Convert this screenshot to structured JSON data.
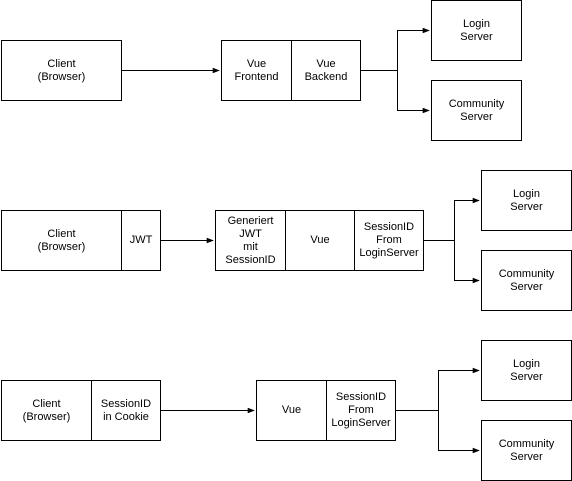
{
  "colors": {
    "stroke": "#000000",
    "fill": "#ffffff"
  },
  "diagram_1": {
    "client": "Client\n(Browser)",
    "vue_frontend": "Vue\nFrontend",
    "vue_backend": "Vue\nBackend",
    "login_server": "Login\nServer",
    "community_server": "Community\nServer"
  },
  "diagram_2": {
    "client": "Client\n(Browser)",
    "jwt": "JWT",
    "generiert_jwt": "Generiert\nJWT\nmit\nSessionID",
    "vue": "Vue",
    "session_id_from_login": "SessionID\nFrom\nLoginServer",
    "login_server": "Login\nServer",
    "community_server": "Community\nServer"
  },
  "diagram_3": {
    "client": "Client\n(Browser)",
    "session_id_cookie": "SessionID\nin Cookie",
    "vue": "Vue",
    "session_id_from_login": "SessionID\nFrom\nLoginServer",
    "login_server": "Login\nServer",
    "community_server": "Community\nServer"
  }
}
